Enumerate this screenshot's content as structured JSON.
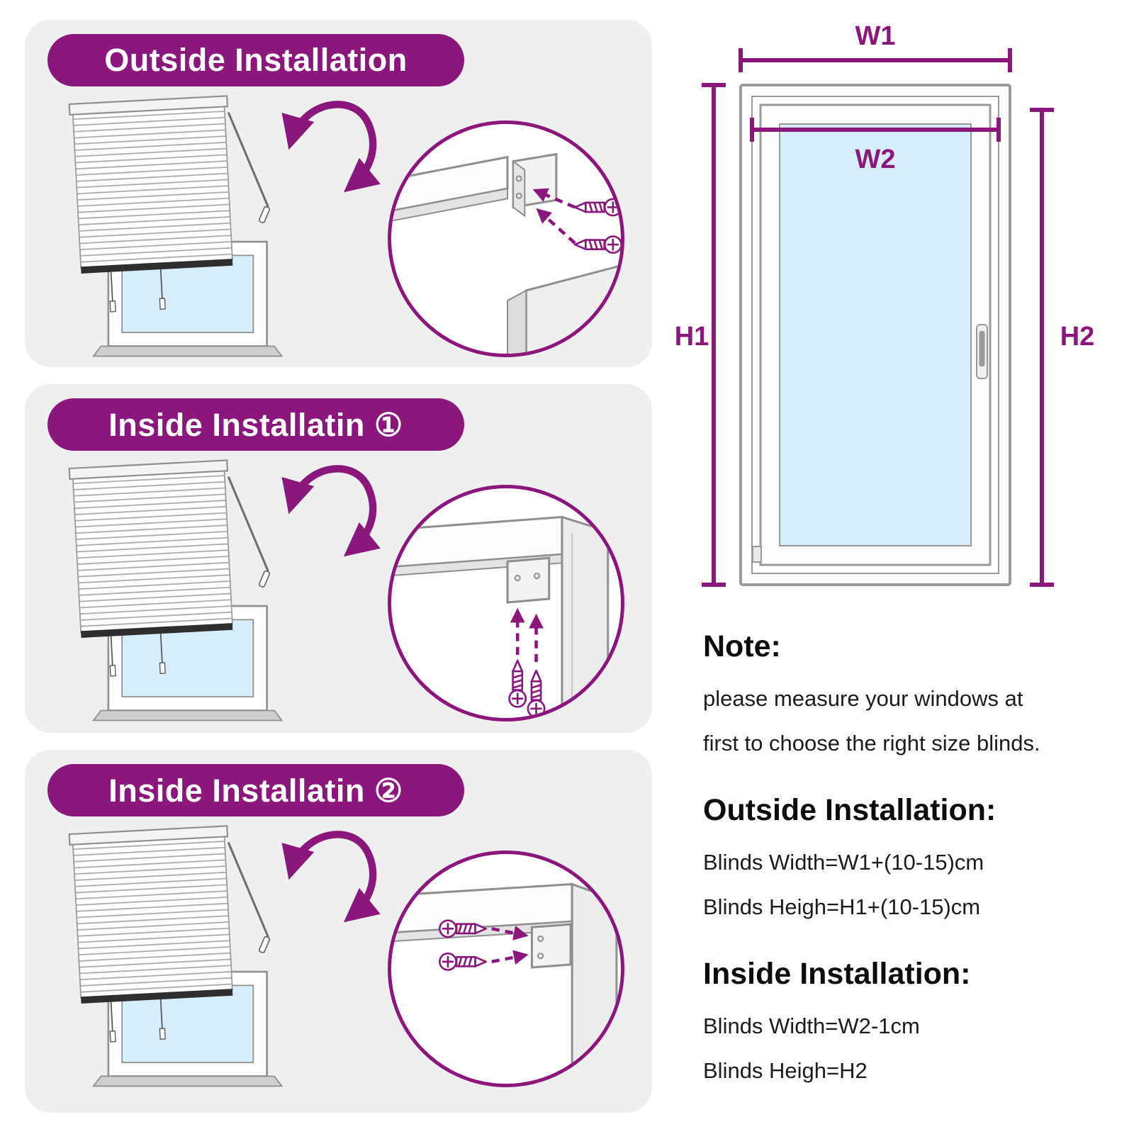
{
  "theme": {
    "accent": "#8b177c",
    "panel_bg": "#efefef",
    "glass": "#d6eefb"
  },
  "panels": [
    {
      "title": "Outside Installation"
    },
    {
      "title": "Inside Installatin ①"
    },
    {
      "title": "Inside Installatin ②"
    }
  ],
  "diagram": {
    "w1": "W1",
    "w2": "W2",
    "h1": "H1",
    "h2": "H2"
  },
  "note": {
    "heading": "Note:",
    "line1": "please measure your windows at",
    "line2": "first to choose the right size blinds."
  },
  "outside_install": {
    "heading": "Outside Installation:",
    "width_formula": "Blinds Width=W1+(10-15)cm",
    "height_formula": "Blinds Heigh=H1+(10-15)cm"
  },
  "inside_install": {
    "heading": "Inside Installation:",
    "width_formula": "Blinds Width=W2-1cm",
    "height_formula": "Blinds Heigh=H2"
  }
}
